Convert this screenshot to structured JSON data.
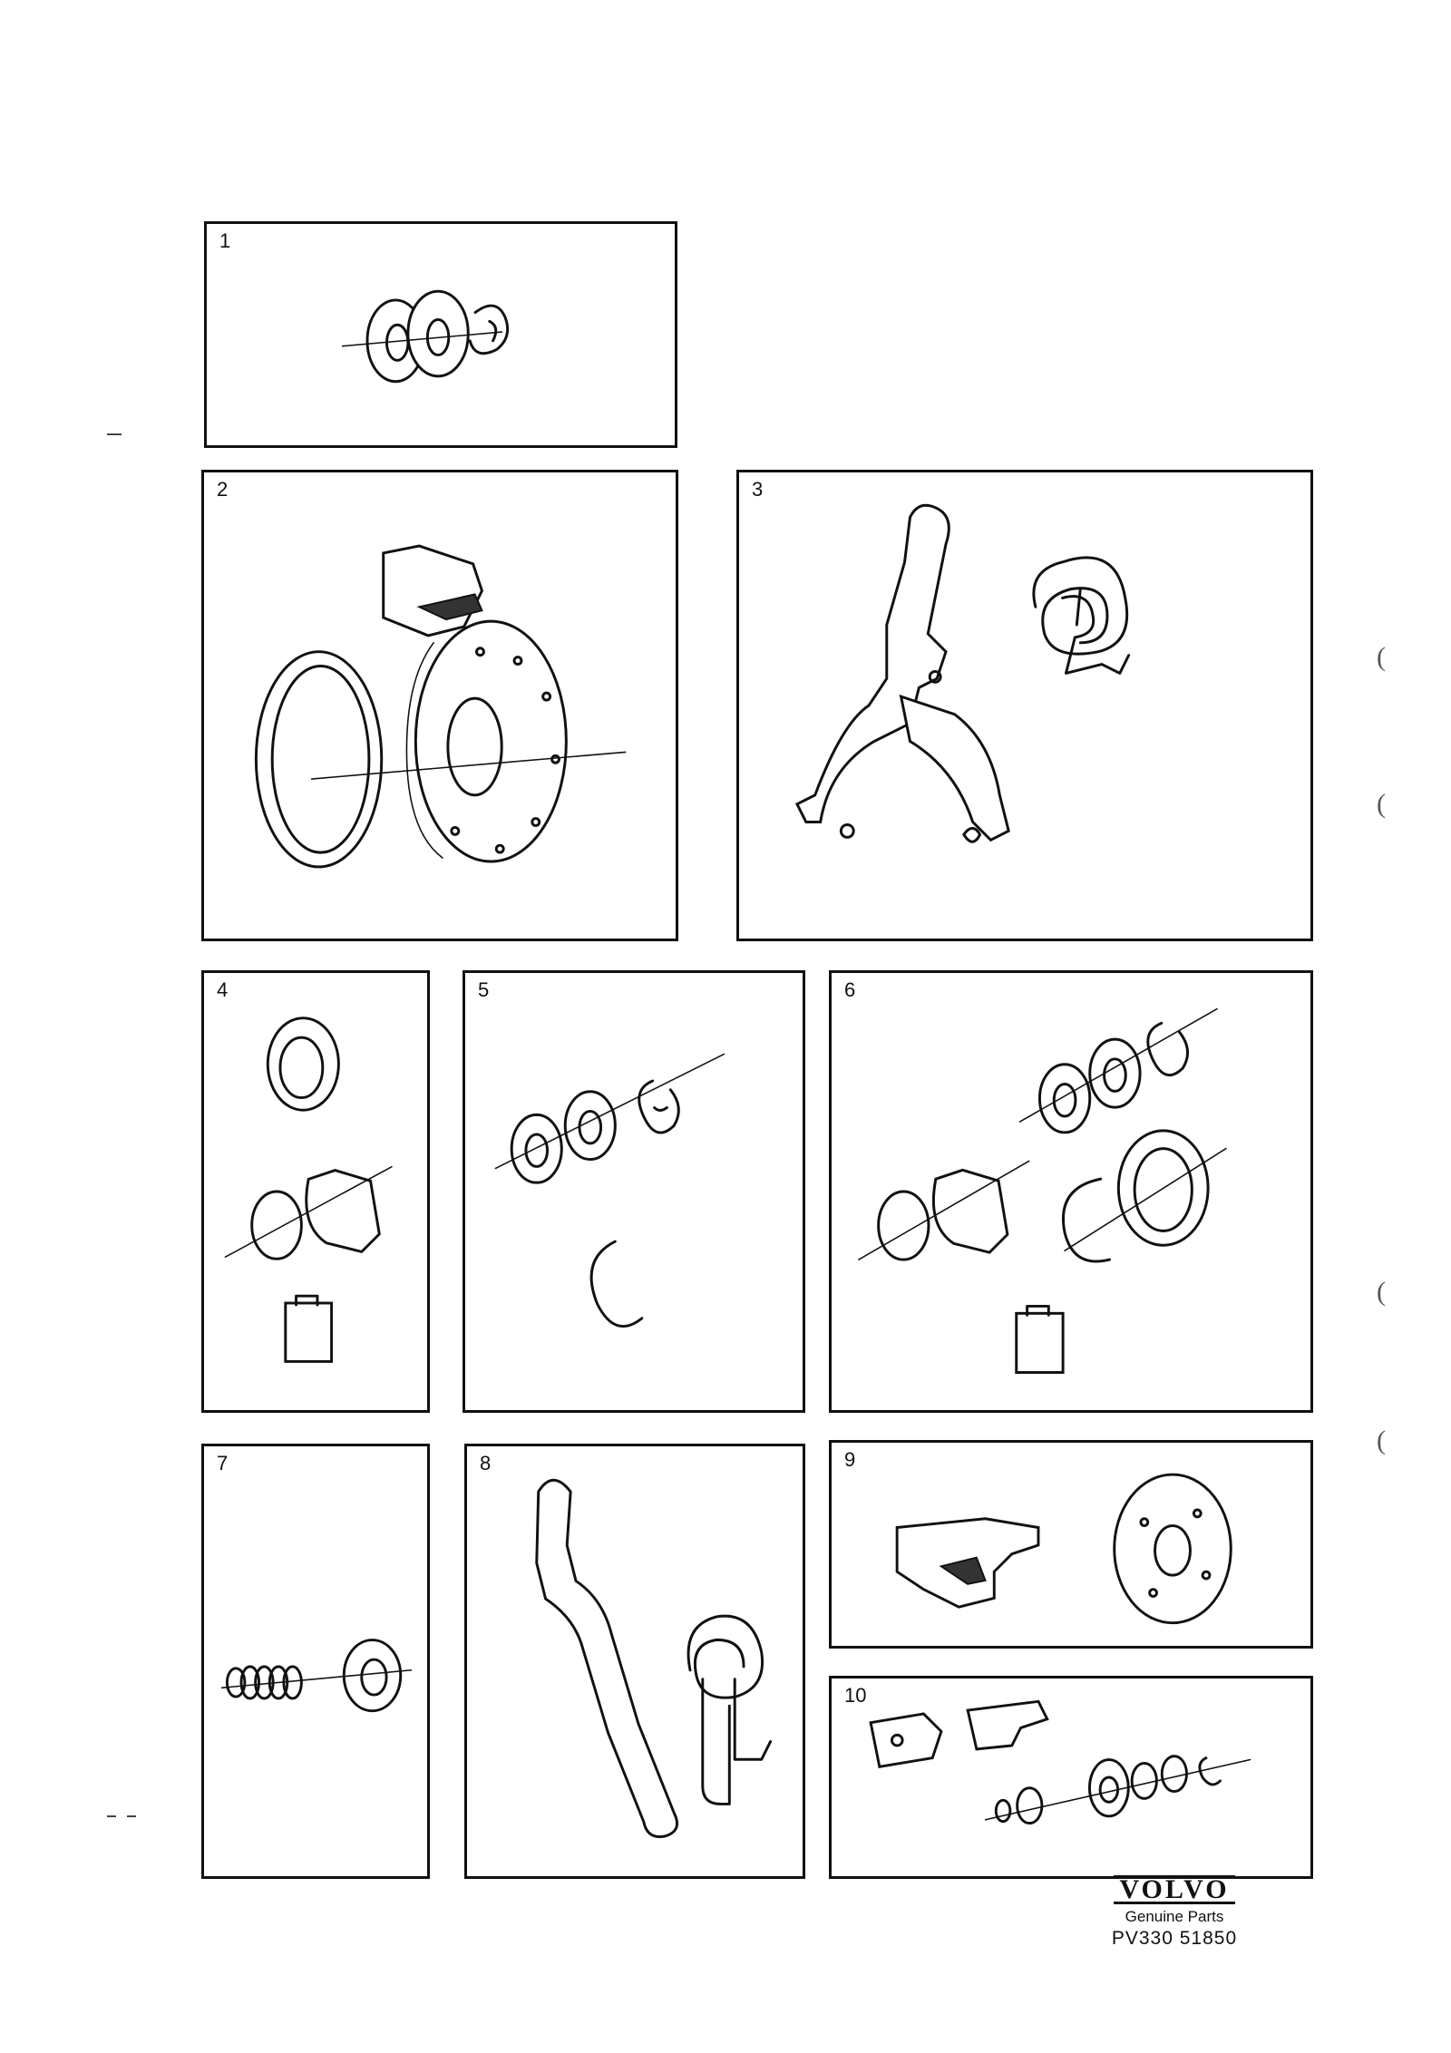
{
  "panels": [
    {
      "number": "1"
    },
    {
      "number": "2"
    },
    {
      "number": "3"
    },
    {
      "number": "4"
    },
    {
      "number": "5"
    },
    {
      "number": "6"
    },
    {
      "number": "7"
    },
    {
      "number": "8"
    },
    {
      "number": "9"
    },
    {
      "number": "10"
    }
  ],
  "footer": {
    "brand": "VOLVO",
    "tagline": "Genuine Parts",
    "part_number": "PV330 51850"
  },
  "margin_marks": [
    "(",
    "(",
    "(",
    "("
  ]
}
